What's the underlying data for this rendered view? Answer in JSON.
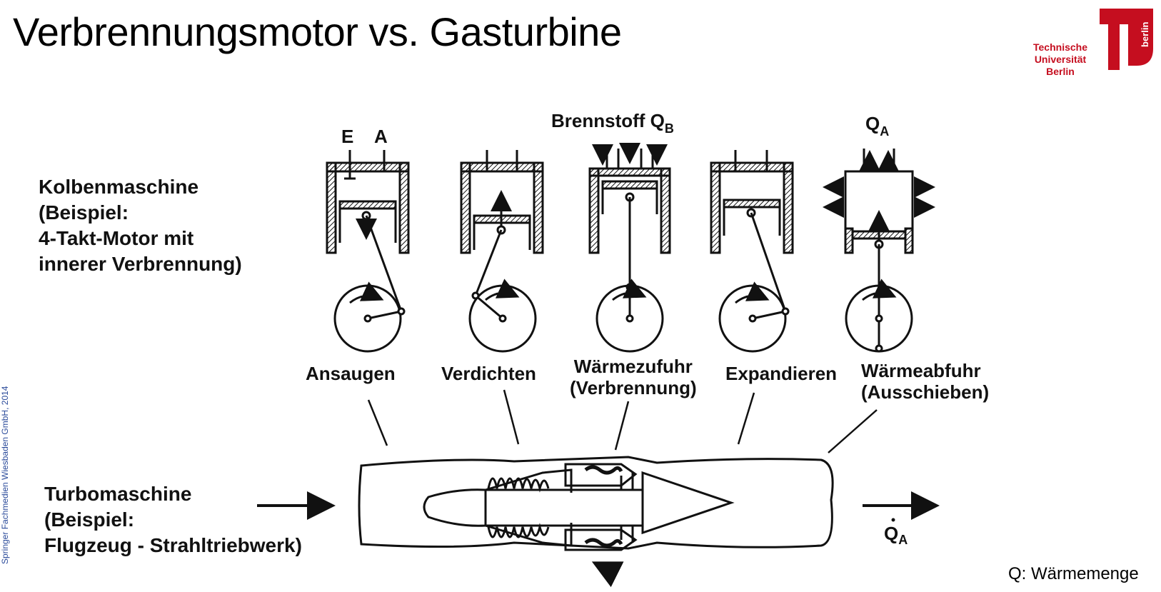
{
  "title": "Verbrennungsmotor vs. Gasturbine",
  "logo": {
    "line1": "Technische",
    "line2": "Universität",
    "line3": "Berlin",
    "word": "berlin",
    "color": "#c50e1f"
  },
  "side_credit": "Springer Fachmedien Wiesbaden GmbH, 2014",
  "kolben_label": [
    "Kolbenmaschine",
    "(Beispiel:",
    "4-Takt-Motor mit",
    "innerer Verbrennung)"
  ],
  "turbo_label": [
    "Turbomaschine",
    "(Beispiel:",
    "Flugzeug - Strahltriebwerk)"
  ],
  "valves": {
    "e": "E",
    "a": "A"
  },
  "brennstoff": "Brennstoff Q",
  "brennstoff_sub": "B",
  "qa_top": "Q",
  "qa_top_sub": "A",
  "qa_bottom": "Q",
  "qa_bottom_sub": "A",
  "steps": {
    "ansaugen": "Ansaugen",
    "verdichten": "Verdichten",
    "waermezufuhr_1": "Wärmezufuhr",
    "waermezufuhr_2": "(Verbrennung)",
    "expandieren": "Expandieren",
    "waermeabfuhr_1": "Wärmeabfuhr",
    "waermeabfuhr_2": "(Ausschieben)"
  },
  "note": "Q: Wärmemenge"
}
